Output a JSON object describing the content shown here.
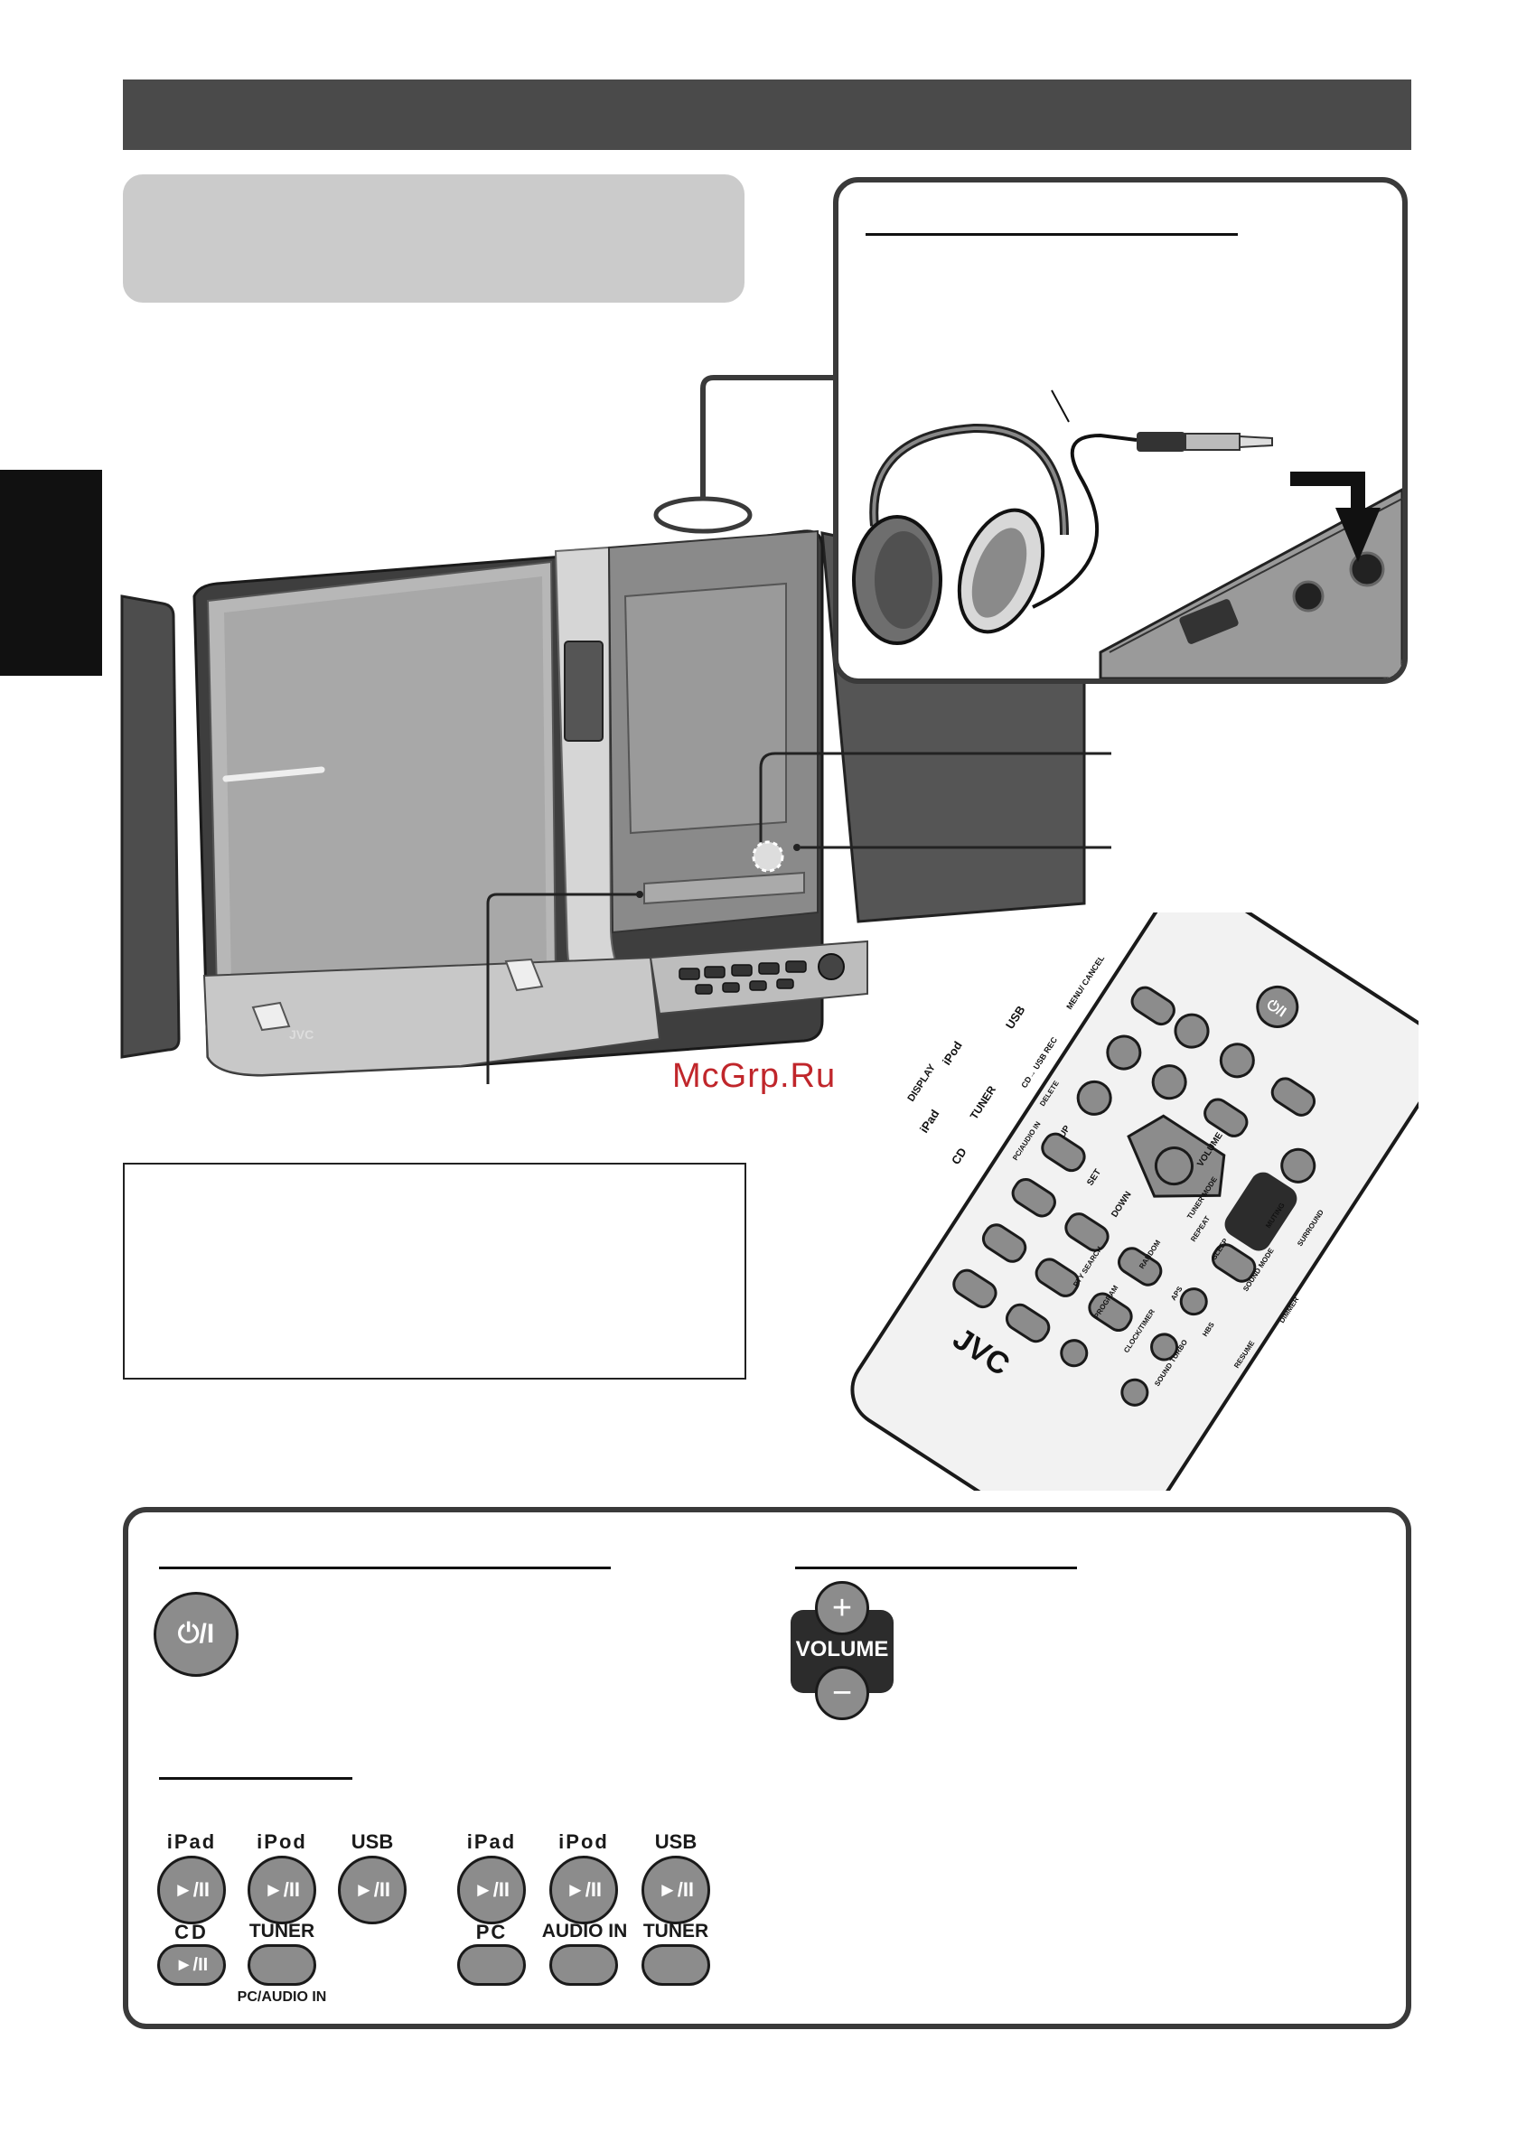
{
  "watermark": "McGrp.Ru",
  "brand": "JVC",
  "remote_keys": {
    "display": "DISPLAY",
    "ipad": "iPad",
    "ipod": "iPod",
    "usb": "USB",
    "cd": "CD",
    "tuner": "TUNER",
    "menu_cancel": "MENU/ CANCEL",
    "cd_usb_rec": "CD→ USB REC",
    "delete": "DELETE",
    "pc_audio_in": "PC/AUDIO IN",
    "up": "UP",
    "set": "SET",
    "down": "DOWN",
    "volume": "VOLUME",
    "tuner_mode": "TUNER MODE",
    "repeat": "REPEAT",
    "muting": "MUTING",
    "surround": "SURROUND",
    "pty_search": "PTY SEARCH",
    "random": "RANDOM",
    "sleep": "SLEEP",
    "program": "PROGRAM",
    "aps": "APS",
    "sound_mode": "SOUND MODE",
    "clock_timer": "CLOCK/TIMER",
    "hbs": "HBS",
    "dimmer": "DIMMER",
    "sound_turbo": "SOUND TURBO",
    "resume": "RESUME"
  },
  "panel": {
    "power_symbol": "⏻/I",
    "volume_label": "VOLUME",
    "play_pause": "►/II",
    "left_group": {
      "row1": [
        "iPad",
        "iPod",
        "USB"
      ],
      "row2": [
        "CD",
        "TUNER"
      ],
      "sub_label": "PC/AUDIO IN"
    },
    "right_group": {
      "row1": [
        "iPad",
        "iPod",
        "USB"
      ],
      "row2": [
        "PC",
        "AUDIO IN",
        "TUNER"
      ]
    }
  },
  "colors": {
    "dark_bar": "#4a4a4a",
    "button_gray": "#8c8c8c",
    "watermark_red": "#c0262b"
  }
}
